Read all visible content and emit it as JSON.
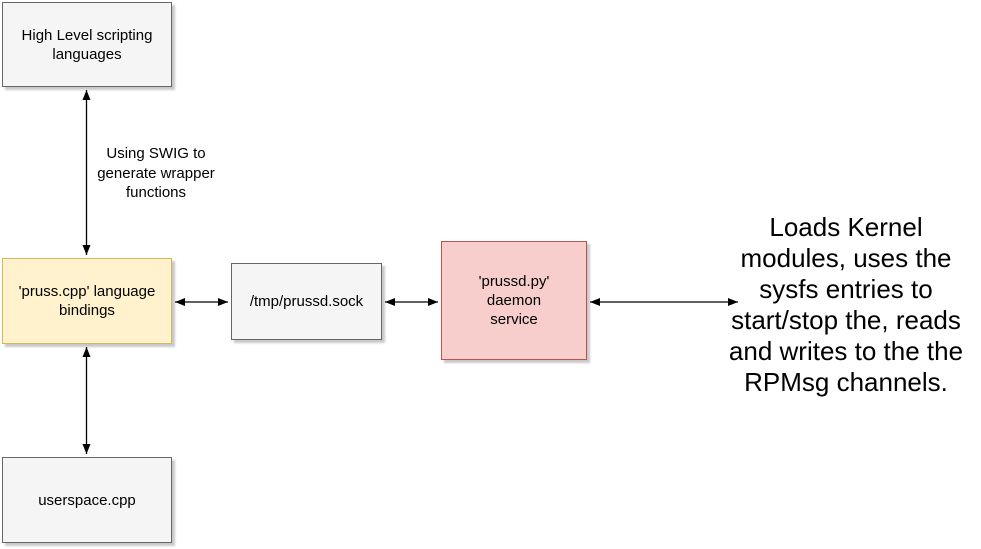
{
  "diagram": {
    "background_color": "#ffffff",
    "arrow_color": "#000000",
    "nodes": {
      "high_level_scripting": {
        "label": "High Level scripting languages",
        "lines": [
          "High Level scripting",
          "languages"
        ],
        "fill": "#f5f5f5",
        "stroke": "#666666"
      },
      "pruss_cpp_bindings": {
        "label": "'pruss.cpp' language bindings",
        "lines": [
          "'pruss.cpp' language",
          "bindings"
        ],
        "fill": "#fff2cc",
        "stroke": "#d6b656"
      },
      "prussd_sock": {
        "label": "/tmp/prussd.sock",
        "lines": [
          "/tmp/prussd.sock"
        ],
        "fill": "#f5f5f5",
        "stroke": "#666666"
      },
      "prussd_daemon": {
        "label": "'prussd.py' daemon service",
        "lines": [
          "'prussd.py'",
          "daemon",
          "service"
        ],
        "fill": "#f8cecc",
        "stroke": "#b85450"
      },
      "userspace_cpp": {
        "label": "userspace.cpp",
        "lines": [
          "userspace.cpp"
        ],
        "fill": "#f5f5f5",
        "stroke": "#666666"
      }
    },
    "annotations": {
      "swig_label": {
        "text": "Using SWIG to generate wrapper functions",
        "lines": [
          "Using SWIG to",
          "generate wrapper",
          "functions"
        ]
      },
      "kernel_description": {
        "text": "Loads Kernel modules, uses the sysfs entries to start/stop the, reads and writes to the the RPMsg channels.",
        "lines": [
          "Loads Kernel",
          "modules, uses the",
          "sysfs entries to",
          "start/stop the, reads",
          "and writes to the the",
          "RPMsg channels."
        ]
      }
    },
    "edges": [
      {
        "from": "high_level_scripting",
        "to": "pruss_cpp_bindings",
        "bidirectional": true
      },
      {
        "from": "pruss_cpp_bindings",
        "to": "userspace_cpp",
        "bidirectional": true
      },
      {
        "from": "pruss_cpp_bindings",
        "to": "prussd_sock",
        "bidirectional": true
      },
      {
        "from": "prussd_sock",
        "to": "prussd_daemon",
        "bidirectional": true
      },
      {
        "from": "prussd_daemon",
        "to": "kernel_description",
        "bidirectional": true
      }
    ]
  }
}
